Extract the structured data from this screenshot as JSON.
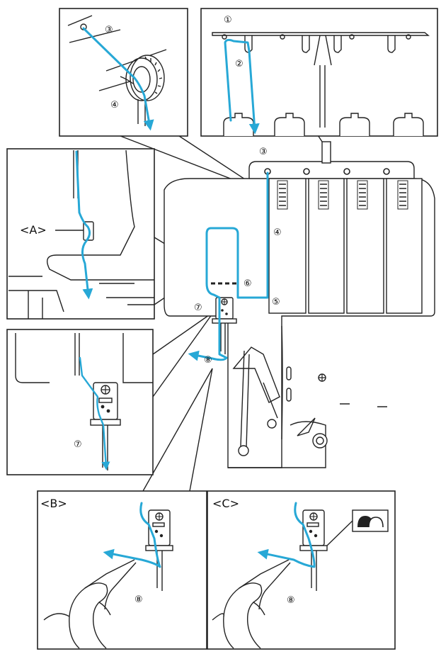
{
  "colors": {
    "thread": "#27a8d6",
    "line": "#222222",
    "background": "#ffffff"
  },
  "step_labels": {
    "s1": "①",
    "s2": "②",
    "s3": "③",
    "s4": "④",
    "s5": "⑤",
    "s6": "⑥",
    "s7": "⑦",
    "s8": "⑧"
  },
  "inset_labels": {
    "a": "<A>",
    "b": "<B>",
    "c": "<C>"
  },
  "icons": {
    "needle_clamp_screw": "circled-plus",
    "foot_indicator": "half-dome"
  }
}
